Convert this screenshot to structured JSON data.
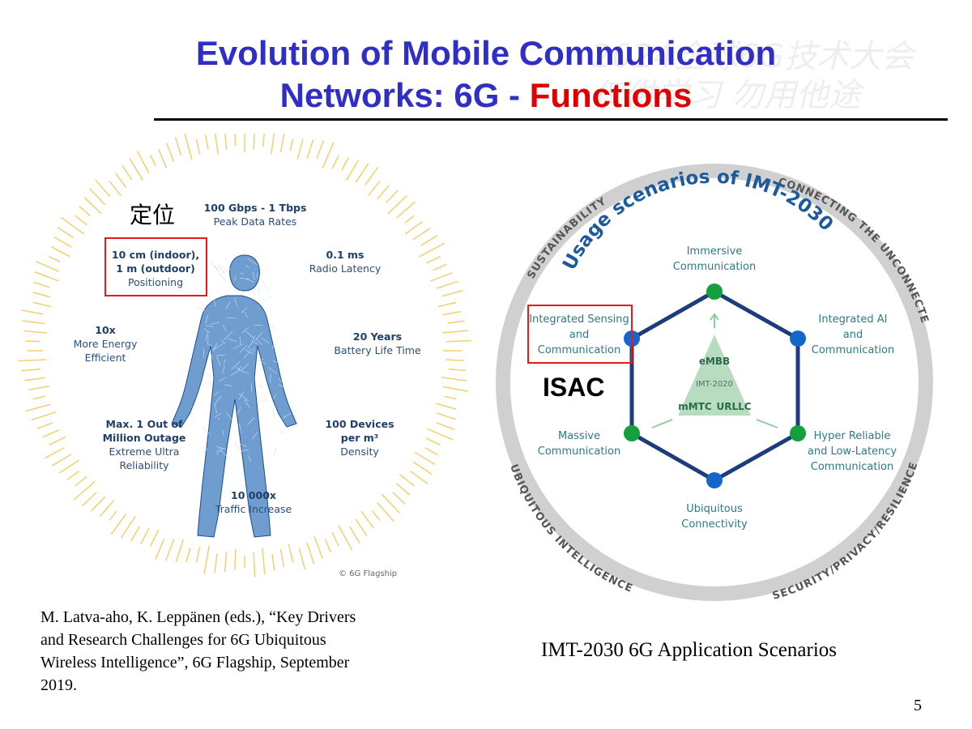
{
  "title": {
    "line1": "Evolution of Mobile Communication",
    "line2_prefix": "Networks: 6G - ",
    "line2_accent": "Functions"
  },
  "watermark": {
    "line1": "2024全球6G技术大会",
    "line2": "仅供学习 勿用他途"
  },
  "kpi_figure": {
    "positioning_cn_label": "定位",
    "kpis": [
      {
        "value": "100 Gbps - 1 Tbps",
        "label": "Peak Data Rates"
      },
      {
        "value": "10 cm (indoor),",
        "value2": "1 m (outdoor)",
        "label": "Positioning"
      },
      {
        "value": "0.1 ms",
        "label": "Radio Latency"
      },
      {
        "value": "10x",
        "label": "More Energy",
        "label2": "Efficient"
      },
      {
        "value": "20 Years",
        "label": "Battery Life Time"
      },
      {
        "value": "Max. 1 Out of",
        "value2": "Million Outage",
        "label": "Extreme Ultra",
        "label2": "Reliability"
      },
      {
        "value": "100 Devices",
        "value2": "per m³",
        "label": "Density"
      },
      {
        "value": "10 000x",
        "label": "Traffic Increase"
      }
    ],
    "copyright": "© 6G Flagship"
  },
  "imt_figure": {
    "arc_title": "Usage scenarios of IMT-2030",
    "ring_labels": {
      "top_left": "SUSTAINABILITY",
      "top_right": "CONNECTING THE UNCONNECTED",
      "bottom_left": "UBIQUITOUS INTELLIGENCE",
      "bottom_right": "SECURITY/PRIVACY/RESILIENCE"
    },
    "scenarios": {
      "top": [
        "Immersive",
        "Communication"
      ],
      "upper_left": [
        "Integrated Sensing",
        "and",
        "Communication"
      ],
      "upper_right": [
        "Integrated AI",
        "and",
        "Communication"
      ],
      "lower_left": [
        "Massive",
        "Communication"
      ],
      "lower_right": [
        "Hyper Reliable",
        "and Low-Latency",
        "Communication"
      ],
      "bottom": [
        "Ubiquitous",
        "Connectivity"
      ]
    },
    "triangle": {
      "top": "eMBB",
      "center": "IMT-2020",
      "left": "mMTC",
      "right": "URLLC"
    },
    "colors": {
      "ring": "#c8c8c8",
      "hex_line": "#1c3c7c",
      "green_node": "#14a03c",
      "blue_node": "#1466c8",
      "text": "#2f6b7c",
      "triangle": "#b8dcc0"
    }
  },
  "isac_label": "ISAC",
  "citation": "M. Latva-aho, K. Leppänen (eds.), “Key Drivers and Research Challenges for 6G Ubiquitous Wireless Intelligence”, 6G Flagship, September 2019.",
  "imt_caption": "IMT-2030 6G Application Scenarios",
  "page_number": "5",
  "colors": {
    "title": "#2f2fc6",
    "accent": "#e00000",
    "highlight": "#e21b1b"
  }
}
